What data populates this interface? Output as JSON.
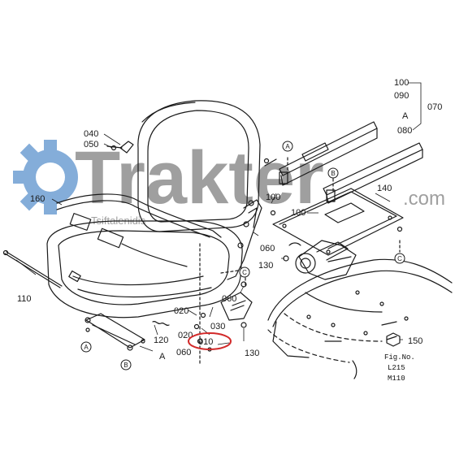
{
  "watermark": {
    "brand": "Trakter",
    "suffix": ".com",
    "tagline": "Tsiftalenidis",
    "colors": {
      "gear": "#6f9fd3",
      "text": "#8f8f8f"
    }
  },
  "figure": {
    "label_fig_no": "Fig.No.",
    "code_1": "L215",
    "code_2": "M110"
  },
  "highlight": {
    "part": "010",
    "color": "#d22a2a"
  },
  "parts": {
    "p100_top": "100",
    "p090": "090",
    "pA_stack": "A",
    "p070": "070",
    "p080": "080",
    "p040": "040",
    "p050": "050",
    "p160": "160",
    "p100_mid": "100",
    "p100_low": "100",
    "p140": "140",
    "p060_right": "060",
    "p130_right": "130",
    "p110": "110",
    "p060_mid": "060",
    "p020_mid": "020",
    "p030": "030",
    "p120": "120",
    "p020_low": "020",
    "p010": "010",
    "p060_low": "060",
    "pA_low": "A",
    "p130_low": "130",
    "p150": "150"
  },
  "callouts": {
    "cA_top": "A",
    "cB_top": "B",
    "cC_right": "C",
    "cC_mid": "C",
    "cA_low": "A",
    "cB_low": "B"
  }
}
